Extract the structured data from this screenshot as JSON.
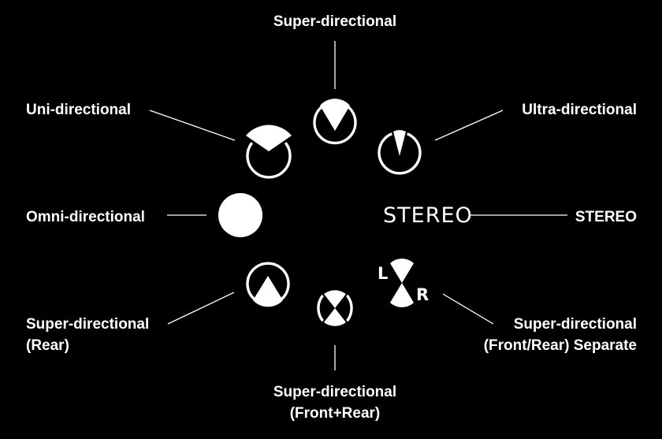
{
  "modes": {
    "super_directional": {
      "label": "Super-directional",
      "icon": "super-directional-icon"
    },
    "ultra_directional": {
      "label": "Ultra-directional",
      "icon": "ultra-directional-icon"
    },
    "uni_directional": {
      "label": "Uni-directional",
      "icon": "uni-directional-icon"
    },
    "omni_directional": {
      "label": "Omni-directional",
      "icon": "omni-directional-icon"
    },
    "stereo": {
      "label": "STEREO",
      "icon_text": "STEREO"
    },
    "super_directional_rear": {
      "line1": "Super-directional",
      "line2": "(Rear)",
      "icon": "super-directional-rear-icon"
    },
    "super_directional_front_rear": {
      "line1": "Super-directional",
      "line2": "(Front+Rear)",
      "icon": "super-directional-front-rear-icon"
    },
    "super_directional_separate": {
      "line1": "Super-directional",
      "line2": "(Front/Rear) Separate",
      "icon": "super-directional-separate-icon",
      "left_letter": "L",
      "right_letter": "R"
    }
  },
  "colors": {
    "background": "#000000",
    "foreground": "#ffffff"
  }
}
